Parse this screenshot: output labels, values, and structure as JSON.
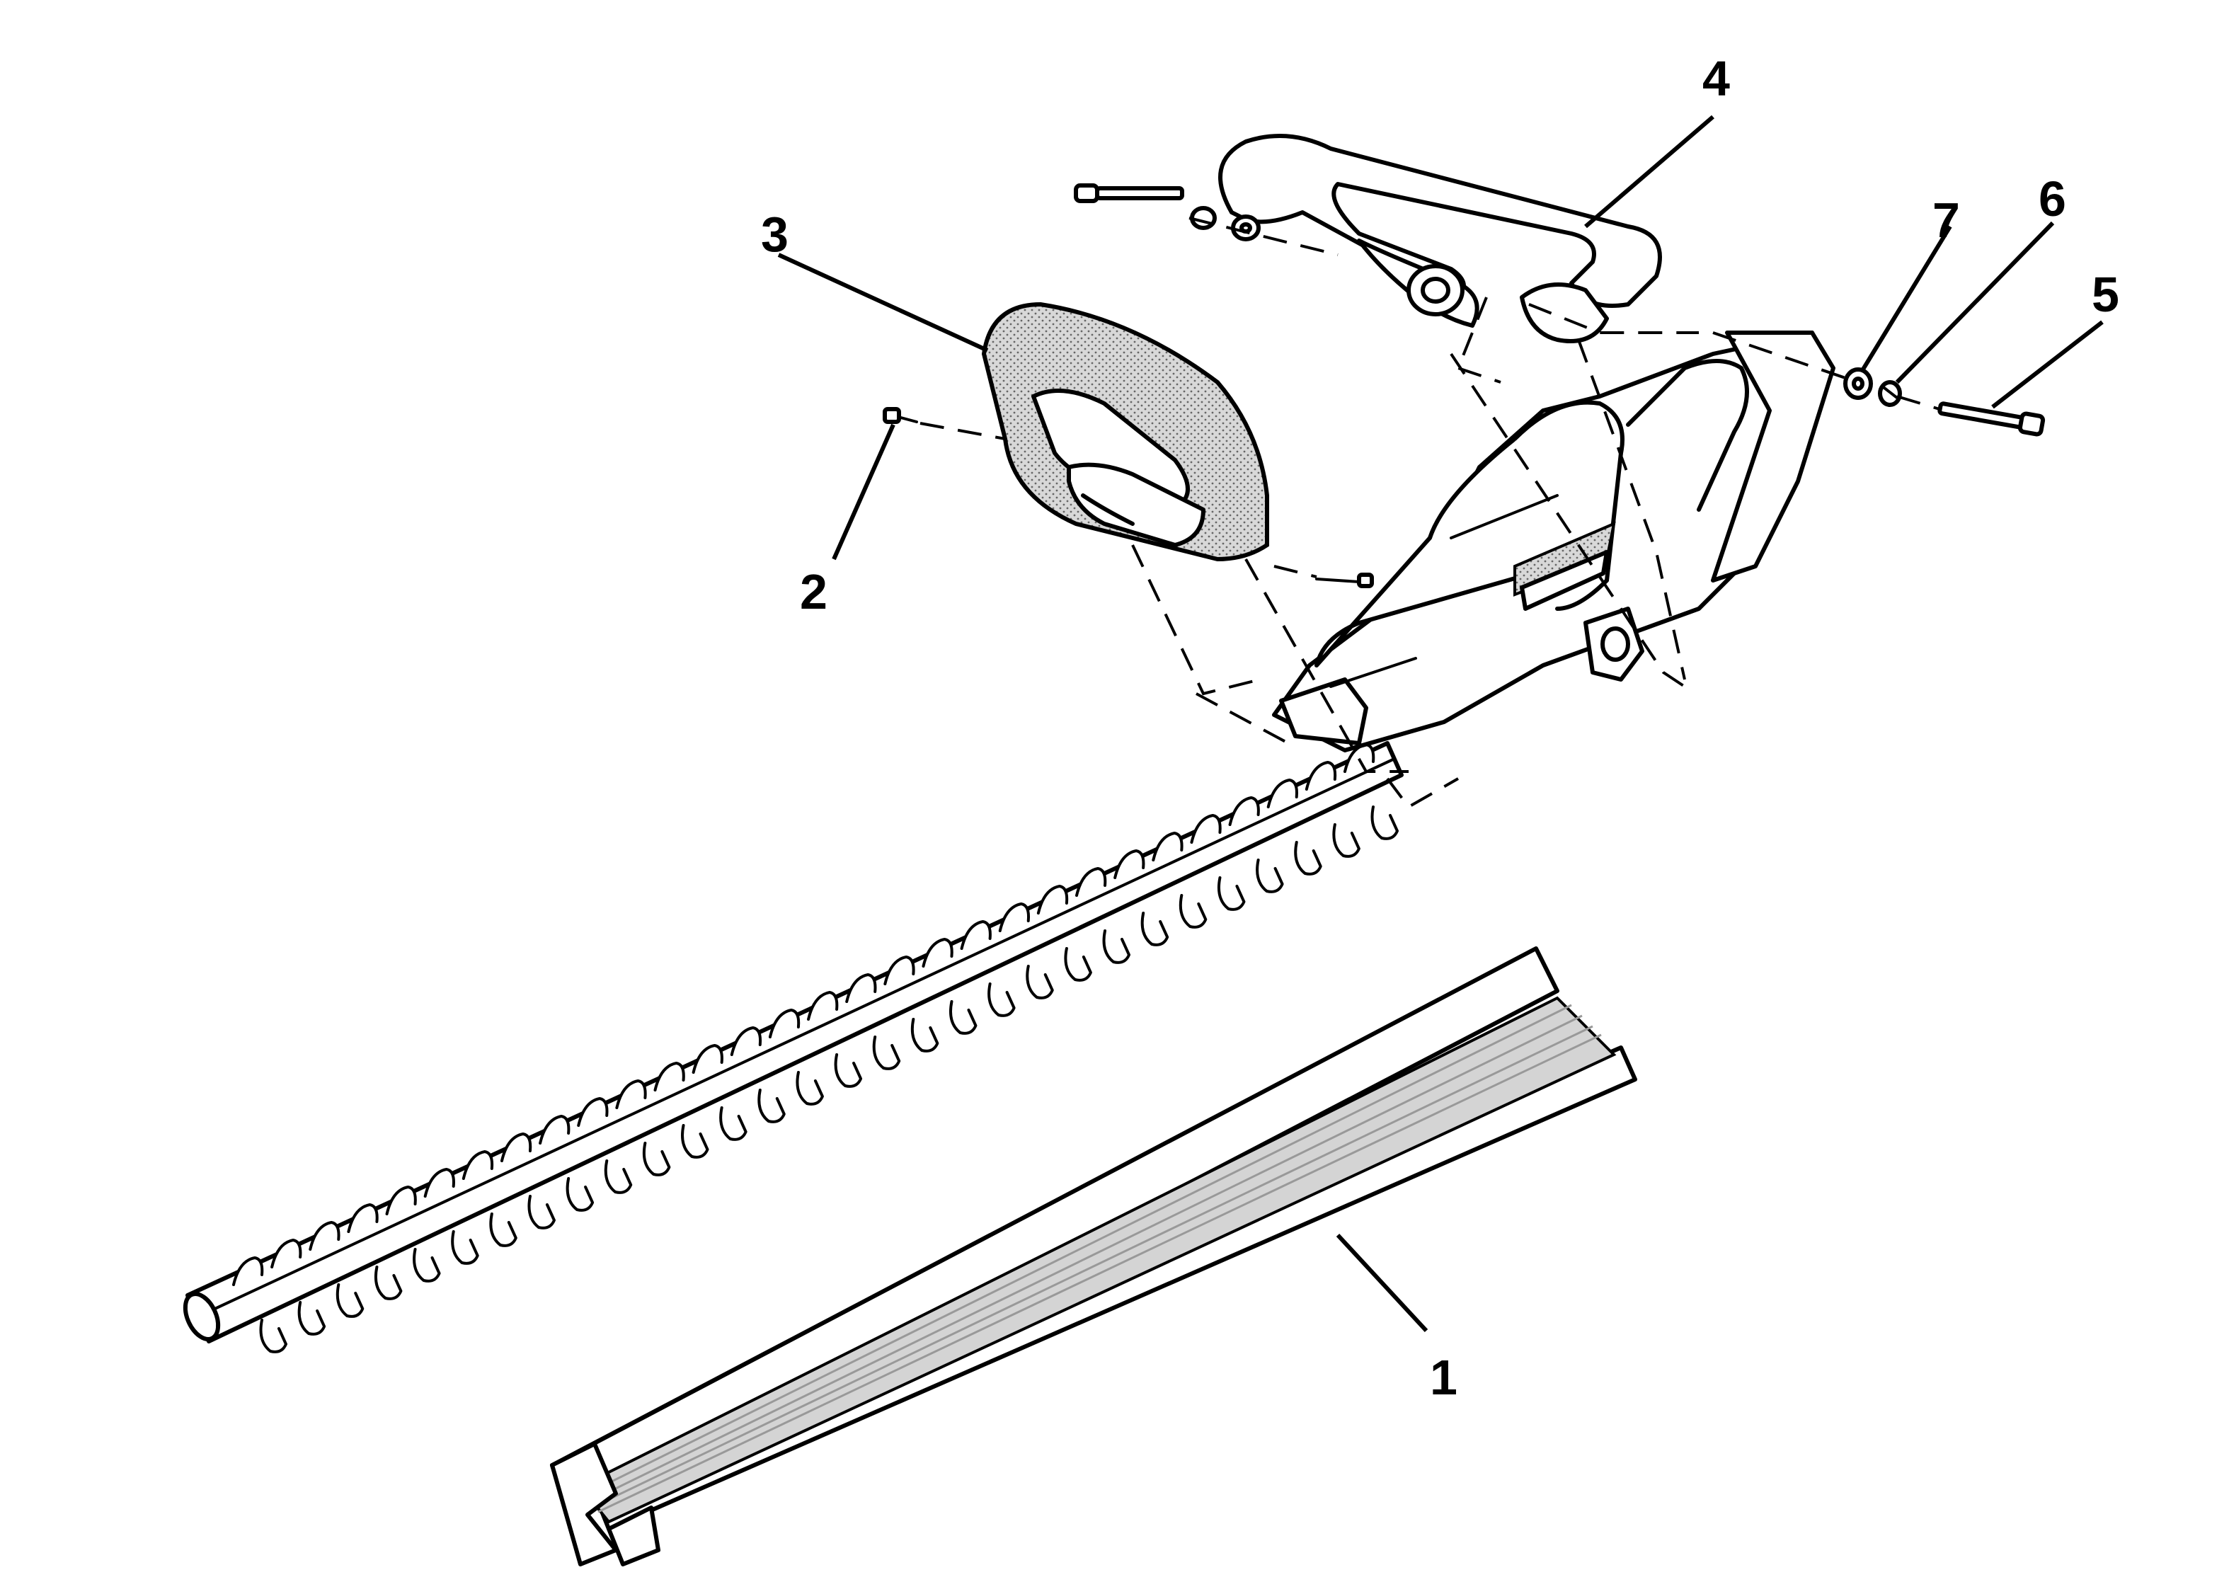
{
  "callouts": [
    {
      "id": "1",
      "label": "1",
      "part": "blade-sheath"
    },
    {
      "id": "2",
      "label": "2",
      "part": "guard-screw"
    },
    {
      "id": "3",
      "label": "3",
      "part": "blade-guard"
    },
    {
      "id": "4",
      "label": "4",
      "part": "front-handle"
    },
    {
      "id": "5",
      "label": "5",
      "part": "handle-bolt"
    },
    {
      "id": "6",
      "label": "6",
      "part": "lock-washer"
    },
    {
      "id": "7",
      "label": "7",
      "part": "flat-washer"
    }
  ]
}
